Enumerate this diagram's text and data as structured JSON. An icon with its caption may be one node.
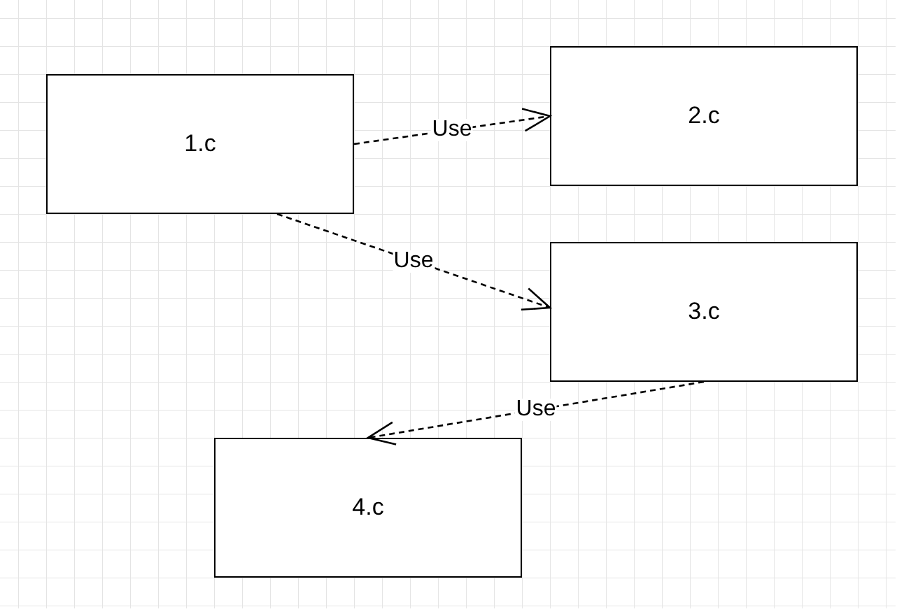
{
  "diagram": {
    "nodes": [
      {
        "text": [
          "1.c"
        ]
      },
      {
        "text": [
          "2.c"
        ]
      },
      {
        "text": [
          "3.c"
        ]
      },
      {
        "text": [
          "4.c"
        ]
      }
    ],
    "edges": [
      {
        "from": 0,
        "to": 1,
        "arrow": "to",
        "label": "Use",
        "style": "dashed"
      },
      {
        "from": 0,
        "to": 2,
        "arrow": "to",
        "label": "Use",
        "style": "dashed"
      },
      {
        "from": 2,
        "to": 3,
        "arrow": "to",
        "label": "Use",
        "style": "dashed"
      }
    ]
  }
}
